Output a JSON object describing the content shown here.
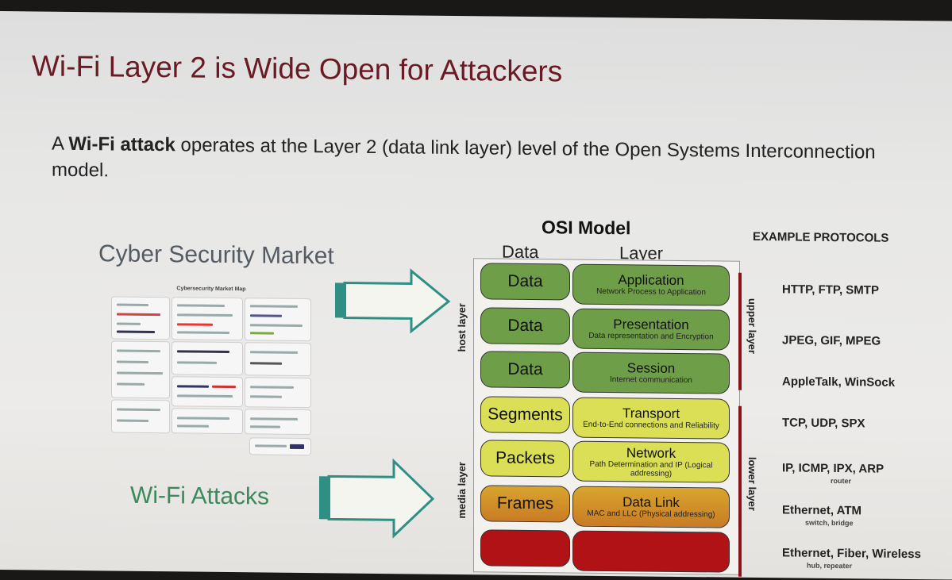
{
  "slide": {
    "title": "Wi-Fi Layer 2 is Wide Open for Attackers",
    "intro_prefix": "A ",
    "intro_bold": "Wi-Fi attack",
    "intro_rest": " operates at the Layer 2 (data link layer) level of the Open Systems Interconnection model.",
    "market_label": "Cyber Security Market",
    "market_map_title": "Cybersecurity Market Map",
    "wifi_label": "Wi-Fi Attacks"
  },
  "osi": {
    "title": "OSI  Model",
    "col_data": "Data",
    "col_layer": "Layer",
    "protocols_header": "EXAMPLE PROTOCOLS",
    "host_layer": "host layer",
    "media_layer": "media layer",
    "upper_layer": "upper layer",
    "lower_layer": "lower layer",
    "rows": [
      {
        "data": "Data",
        "layer": "Application",
        "desc": "Network Process to Application",
        "protocols": "HTTP, FTP, SMTP",
        "devices": ""
      },
      {
        "data": "Data",
        "layer": "Presentation",
        "desc": "Data representation and Encryption",
        "protocols": "JPEG, GIF, MPEG",
        "devices": ""
      },
      {
        "data": "Data",
        "layer": "Session",
        "desc": "Internet communication",
        "protocols": "AppleTalk, WinSock",
        "devices": ""
      },
      {
        "data": "Segments",
        "layer": "Transport",
        "desc": "End-to-End connections and Reliability",
        "protocols": "TCP, UDP, SPX",
        "devices": ""
      },
      {
        "data": "Packets",
        "layer": "Network",
        "desc": "Path Determination and IP (Logical addressing)",
        "protocols": "IP, ICMP, IPX, ARP",
        "devices": "router"
      },
      {
        "data": "Frames",
        "layer": "Data Link",
        "desc": "MAC and LLC (Physical addressing)",
        "protocols": "Ethernet, ATM",
        "devices": "switch, bridge"
      },
      {
        "data": "",
        "layer": "",
        "desc": "",
        "protocols": "Ethernet, Fiber, Wireless",
        "devices": "hub, repeater"
      }
    ]
  },
  "colors": {
    "title": "#6a1a22",
    "wifi_label": "#3c8a5a",
    "arrow": "#2f8f84",
    "upper_layers": "#6f9e48",
    "transport_network": "#dadf55",
    "data_link": "#d29a2c",
    "physical": "#b01216"
  }
}
